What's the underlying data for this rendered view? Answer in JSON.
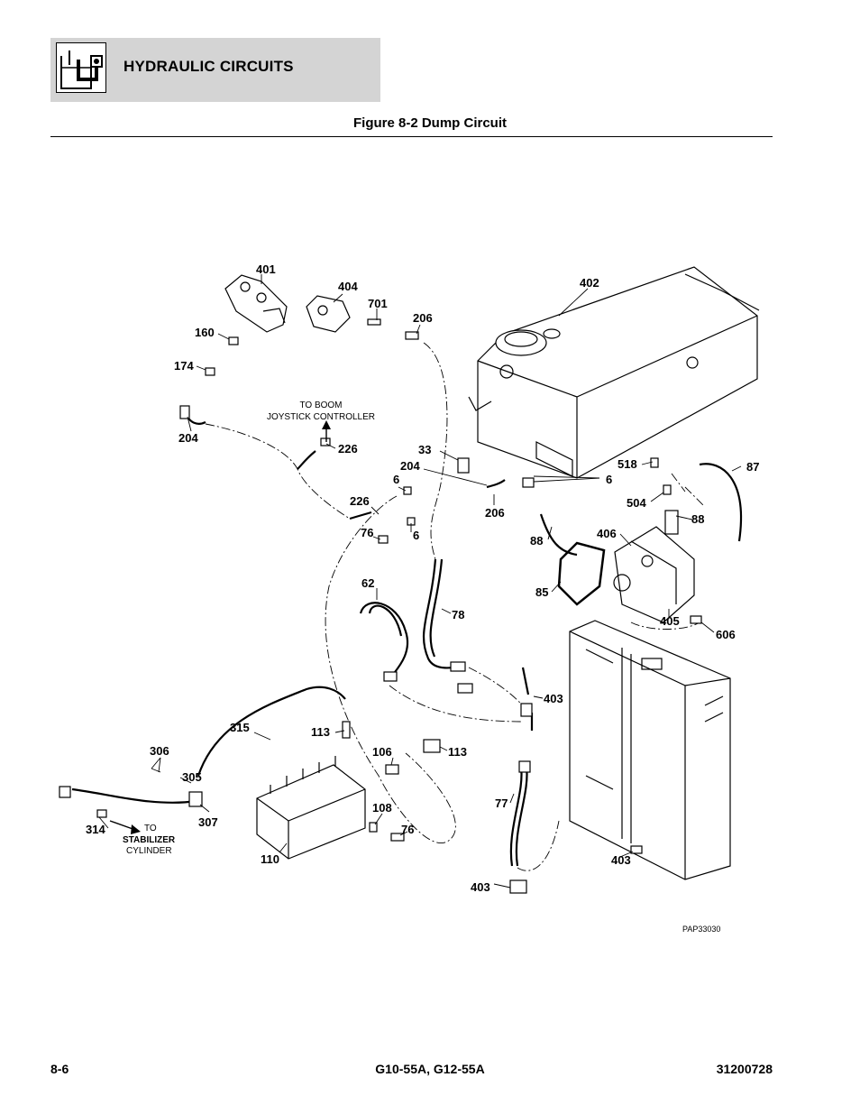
{
  "header": {
    "section_title": "HYDRAULIC CIRCUITS",
    "icon": "hydraulic-reservoir-icon"
  },
  "figure": {
    "title": "Figure 8-2 Dump Circuit",
    "reference": "PAP33030",
    "notes": {
      "boom_line1": "TO BOOM",
      "boom_line2": "JOYSTICK CONTROLLER",
      "stab_line1": "TO",
      "stab_line2": "STABILIZER",
      "stab_line3": "CYLINDER"
    },
    "callouts": {
      "c401": "401",
      "c404": "404",
      "c701": "701",
      "c206a": "206",
      "c402": "402",
      "c160": "160",
      "c174": "174",
      "c204a": "204",
      "c226a": "226",
      "c33": "33",
      "c204b": "204",
      "c6a": "6",
      "c6b": "6",
      "c226b": "226",
      "c206b": "206",
      "c76a": "76",
      "c6c": "6",
      "c518": "518",
      "c87": "87",
      "c504": "504",
      "c88a": "88",
      "c406": "406",
      "c88b": "88",
      "c85": "85",
      "c405": "405",
      "c606": "606",
      "c62": "62",
      "c78": "78",
      "c403a": "403",
      "c315": "315",
      "c113a": "113",
      "c113b": "113",
      "c106": "106",
      "c306": "306",
      "c305": "305",
      "c307": "307",
      "c314": "314",
      "c108": "108",
      "c76b": "76",
      "c110": "110",
      "c77": "77",
      "c403b": "403",
      "c403c": "403"
    }
  },
  "footer": {
    "page": "8-6",
    "model": "G10-55A, G12-55A",
    "doc_number": "31200728"
  }
}
